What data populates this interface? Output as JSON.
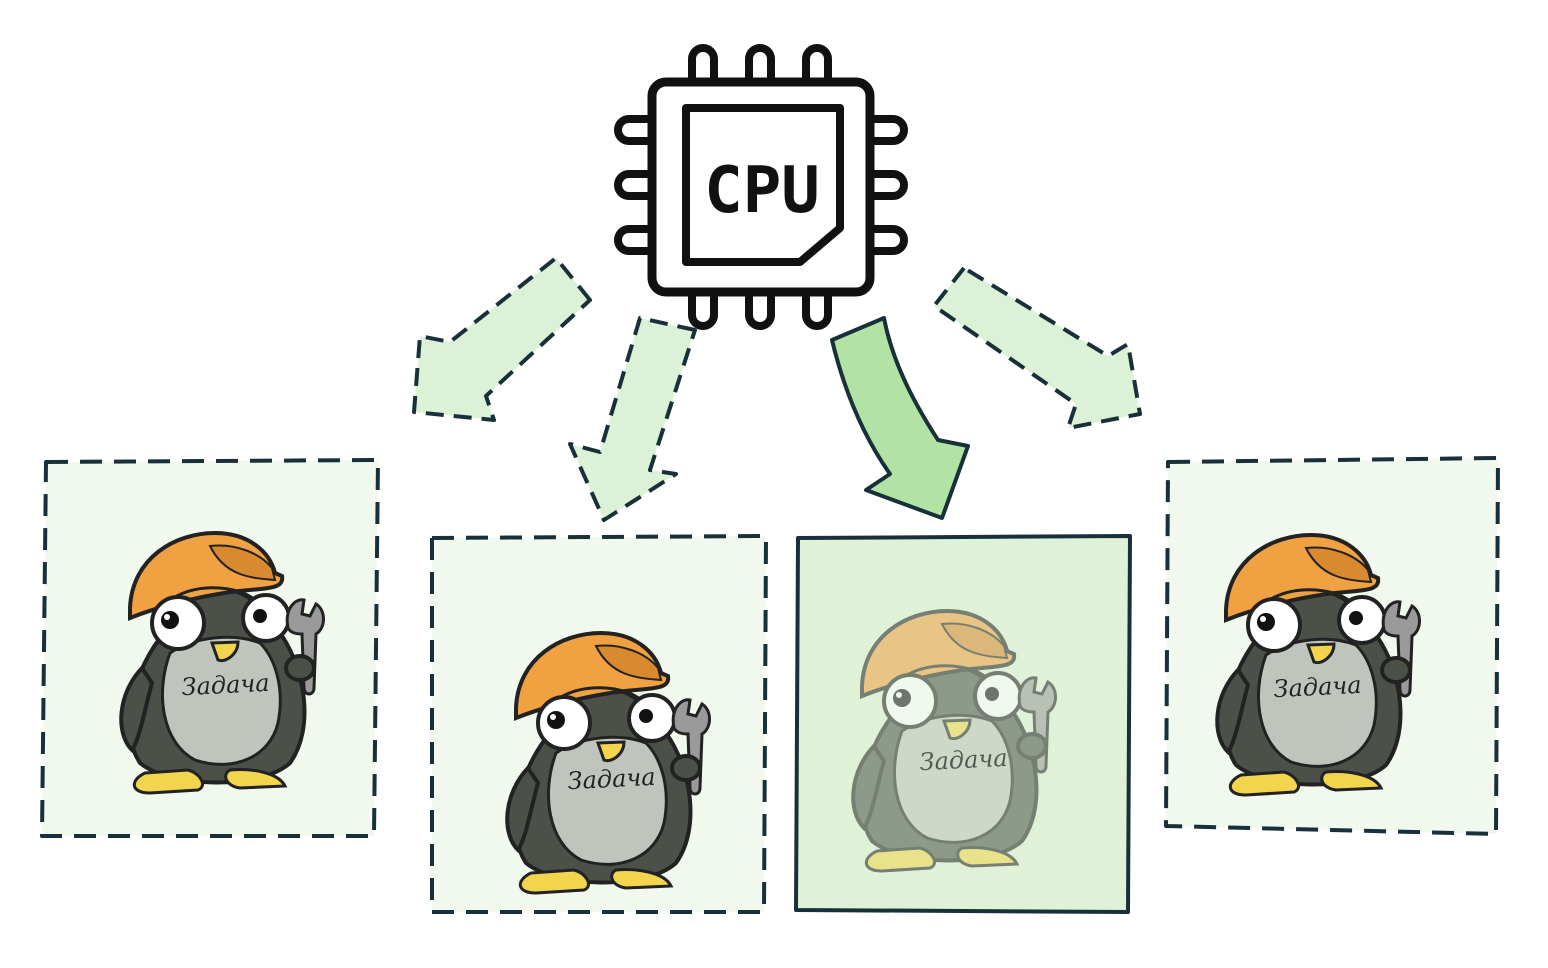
{
  "cpu": {
    "label": "CPU",
    "icon": "cpu-chip-icon"
  },
  "tasks": [
    {
      "label": "Задача",
      "state": "waiting"
    },
    {
      "label": "Задача",
      "state": "waiting"
    },
    {
      "label": "Задача",
      "state": "active"
    },
    {
      "label": "Задача",
      "state": "waiting"
    }
  ],
  "colors": {
    "outline": "#17303a",
    "waiting_fill": "#f1f9ee",
    "active_fill": "#dff2d8",
    "arrow_waiting_fill": "#dcf2d6",
    "arrow_active_fill": "#b3e3a4",
    "helmet": "#f0a243",
    "penguin_body": "#4b5149",
    "penguin_belly": "#bfc4bc",
    "feet": "#f2d54c"
  }
}
